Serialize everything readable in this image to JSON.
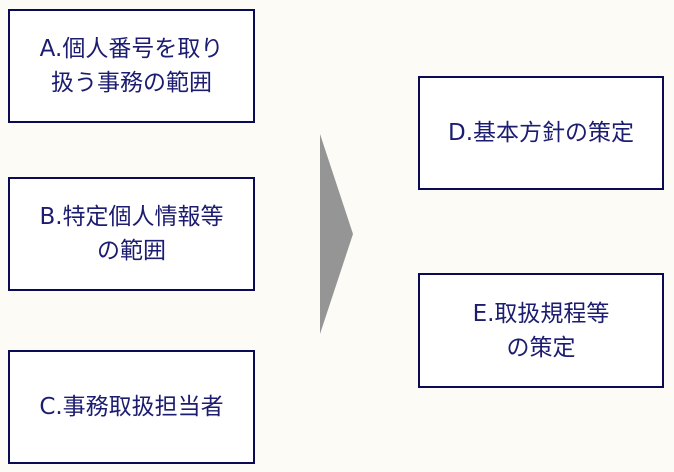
{
  "colors": {
    "border": "#0a0a55",
    "text": "#1c1c70",
    "arrow": "#959595",
    "background": "#fcfbf6"
  },
  "left_boxes": [
    {
      "lines": [
        "A.個人番号を取り",
        "扱う事務の範囲"
      ]
    },
    {
      "lines": [
        "B.特定個人情報等",
        "の範囲"
      ]
    },
    {
      "lines": [
        "C.事務取扱担当者"
      ]
    }
  ],
  "right_boxes": [
    {
      "lines": [
        "D.基本方針の策定"
      ]
    },
    {
      "lines": [
        "E.取扱規程等",
        "の策定"
      ]
    }
  ],
  "arrow_icon": "right-triangle-arrow"
}
